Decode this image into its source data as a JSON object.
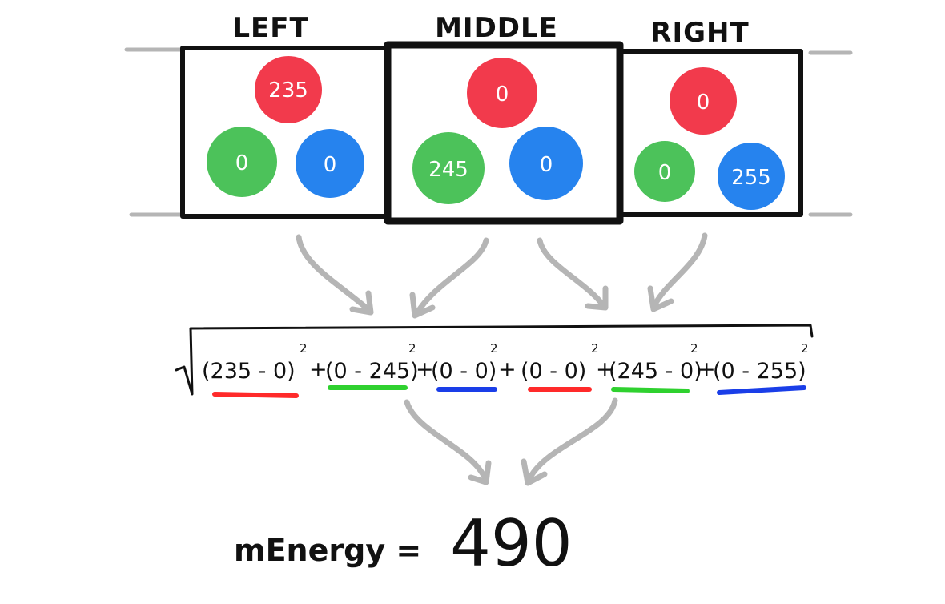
{
  "columns": [
    {
      "label": "LEFT",
      "dots": {
        "red": "235",
        "green": "0",
        "blue": "0"
      }
    },
    {
      "label": "MIDDLE",
      "dots": {
        "red": "0",
        "green": "245",
        "blue": "0"
      }
    },
    {
      "label": "RIGHT",
      "dots": {
        "red": "0",
        "green": "0",
        "blue": "255"
      }
    }
  ],
  "equation": {
    "terms": [
      "(235 - 0)",
      "(0 - 245)",
      "(0 - 0)",
      "(0 - 0)",
      "(245 - 0)",
      "(0 - 255)"
    ],
    "exponent": "2",
    "operator": "+",
    "underline_colors": [
      "#ff2a2a",
      "#2fd12f",
      "#1a3ee8",
      "#ff2a2a",
      "#2fd12f",
      "#1a3ee8"
    ]
  },
  "result": {
    "label": "mEnergy =",
    "value": "490"
  },
  "colors": {
    "red": "#f23a4c",
    "green": "#4cc25a",
    "blue": "#2683ee",
    "arrow": "#b5b5b5",
    "line": "#111111"
  }
}
